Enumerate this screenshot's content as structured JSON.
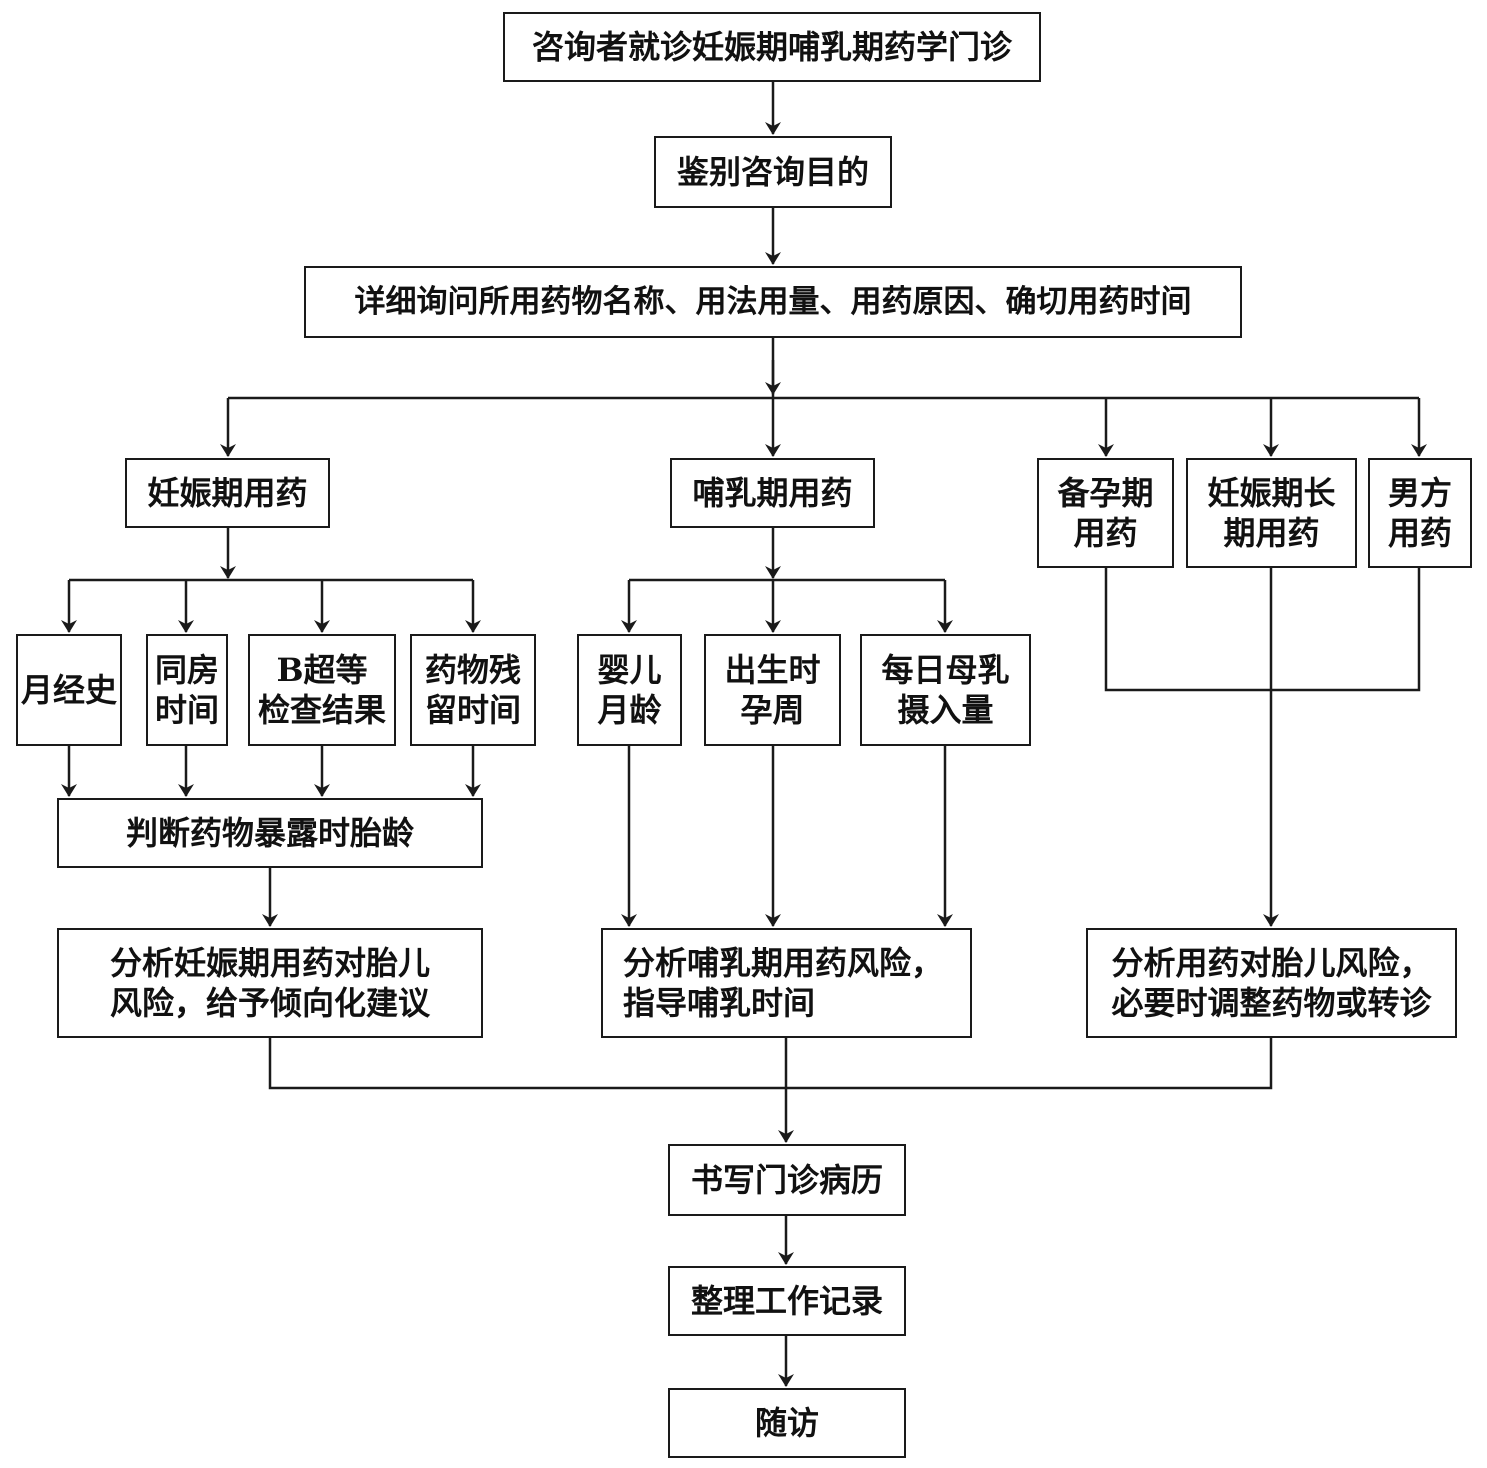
{
  "diagram": {
    "type": "flowchart",
    "nodes": {
      "start": "咨询者就诊妊娠期哺乳期药学门诊",
      "identify": "鉴别咨询目的",
      "inquire": "详细询问所用药物名称、用法用量、用药原因、确切用药时间",
      "pregnancy": "妊娠期用药",
      "lactation": "哺乳期用药",
      "prepregnancy": "备孕期\n用药",
      "long_term": "妊娠期长\n期用药",
      "male": "男方\n用药",
      "menstrual": "月经史",
      "intercourse": "同房\n时间",
      "ultrasound": "B超等\n检查结果",
      "drug_residual": "药物残\n留时间",
      "infant_age": "婴儿\n月龄",
      "gestational_birth": "出生时\n孕周",
      "milk_intake": "每日母乳\n摄入量",
      "fetal_age": "判断药物暴露时胎龄",
      "analyze_pregnancy": "分析妊娠期用药对胎儿\n风险，给予倾向化建议",
      "analyze_lactation": "分析哺乳期用药风险，\n指导哺乳时间",
      "analyze_other": "分析用药对胎儿风险，\n必要时调整药物或转诊",
      "record": "书写门诊病历",
      "organize": "整理工作记录",
      "followup": "随访"
    },
    "line_color": "#1a1a1a"
  }
}
